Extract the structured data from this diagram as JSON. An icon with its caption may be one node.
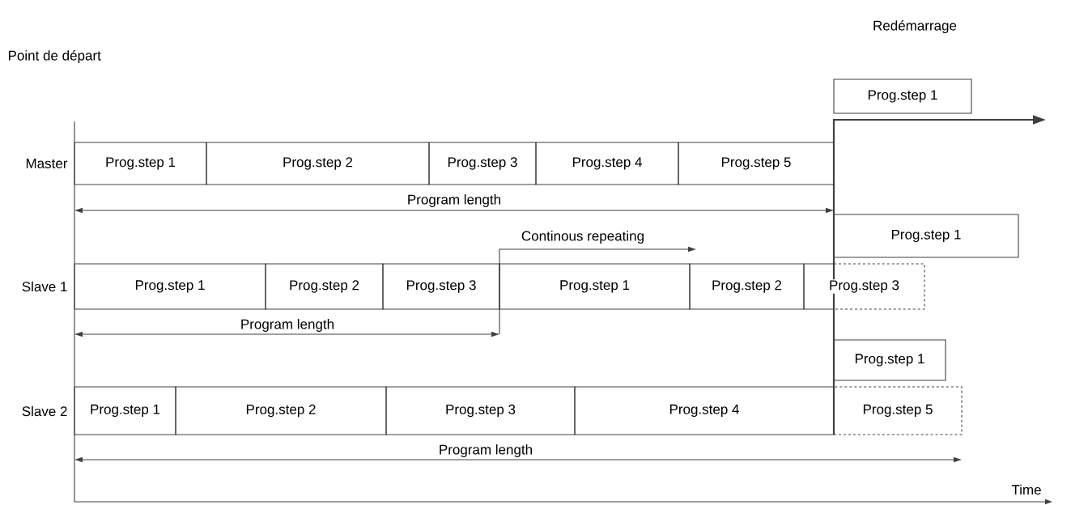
{
  "diagram": {
    "nodes": [
      {
        "text": [
          "Prog.step 1"
        ]
      },
      {
        "text": [
          "Prog.step 2"
        ]
      },
      {
        "text": [
          "Prog.step 3"
        ]
      },
      {
        "text": [
          "Prog.step 4"
        ]
      },
      {
        "text": [
          "Prog.step 5"
        ]
      },
      {
        "text": [
          "Prog.step 1"
        ]
      },
      {
        "text": [
          "Prog.step 1"
        ]
      },
      {
        "text": [
          "Prog.step 2"
        ]
      },
      {
        "text": [
          "Prog.step 3"
        ]
      },
      {
        "text": [
          "Prog.step 1"
        ]
      },
      {
        "text": [
          "Prog.step 2"
        ]
      },
      {
        "text": [
          "Prog.step 3"
        ]
      },
      {
        "text": [
          "Prog.step 1"
        ]
      },
      {
        "text": [
          "Prog.step 1"
        ]
      },
      {
        "text": [
          "Prog.step 2"
        ]
      },
      {
        "text": [
          "Prog.step 3"
        ]
      },
      {
        "text": [
          "Prog.step 4"
        ]
      },
      {
        "text": [
          "Prog.step 5"
        ]
      },
      {
        "text": [
          "Prog.step 1"
        ]
      }
    ],
    "edges": [],
    "labels": [
      "Redémarrage",
      "Point de départ",
      "Master",
      "Program length",
      "Continous repeating",
      "Slave 1",
      "Program length",
      "Slave 2",
      "Program length",
      "Time"
    ]
  }
}
